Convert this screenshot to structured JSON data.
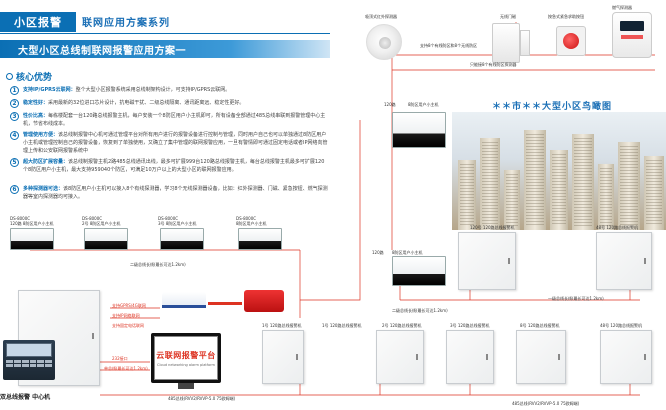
{
  "header": {
    "tag": "小区报警",
    "series": "联网应用方案系列",
    "banner": "大型小区总线制联网报警应用方案一"
  },
  "advantages": {
    "title": "核心优势",
    "items": [
      {
        "num": "1",
        "title": "支持IP/GPRS云联网：",
        "text": "整个大型小区报警系统采用总线制架构设计，可支持IP/GPRS云联网。"
      },
      {
        "num": "2",
        "title": "稳定性好：",
        "text": "采用最新的32位进口芯片设计，抗电磁干扰、二级总线隔离、通讯距离远、稳定性更好。"
      },
      {
        "num": "3",
        "title": "性价比高：",
        "text": "每栋楼配套一台120路总线报警主机，每户安装一个8防区用户小主机即可，所有设备全部通过485总线串联到报警管理中心主机，节省布线成本。"
      },
      {
        "num": "4",
        "title": "管理使用方便：",
        "text": "该总线制报警中心机可通过管理平台对所有用户进行的报警设备进行控制与管理，同时用户自己也可以单独通过8防区用户小主机或管理控制自己的报警设备，恢复到了单独使用，又确立了集中管理的联网报警应用，一旦有警情即可通过固定电话或者IP网络向管理上传和公安联网报警系统中"
      },
      {
        "num": "5",
        "title": "超大防区扩展容量：",
        "text": "该总线制报警主机2路485总线通讯出线，最多可扩展999台120路总线报警主机，每台总线报警主机最多可扩展120个8防区用户小主机，最大支持959040个防区，可满足10万户以上的大型小区的联网报警应用。"
      },
      {
        "num": "6",
        "title": "多种探测器可选：",
        "text": "该8防区用户小主机可以接入8个有线探测器，学习8个无线探测器设备，比如：红外探测器、门磁、紧急按钮、燃气探测器等室内探测器均可接入。"
      }
    ]
  },
  "devices": {
    "detector_label": "吸顶式红外探测器",
    "wireless_label": "无线门磁",
    "panic_label": "按急式紧急求助按钮",
    "gas_label": "燃气探测器",
    "wired_wireless_note": "支持8个有线防区和8个无线防区",
    "cable_note": "只能接8个有线防区探测器",
    "unit_label": "120路",
    "unit_sub": "8防区用户小主机"
  },
  "overview": {
    "title": "＊＊市＊＊大型小区鸟瞰图"
  },
  "hosts_left": [
    {
      "model": "DS-8000C",
      "label": "120路 8防区用户小主机"
    },
    {
      "model": "DS-8000C",
      "label": "2号 8防区用户小主机"
    },
    {
      "model": "DS-8000C",
      "label": "3号 8防区用户小主机"
    },
    {
      "model": "DS-8000C",
      "label": "8防区用户小主机"
    }
  ],
  "wire_notes": {
    "bus_two": "二级总线长线(最长可达1.2km)",
    "bus_two_b": "二级总线长线(最长可达1.2km)",
    "bus_one": "一级总线长线(最长可达1.2km)",
    "bus_485": "485总线(RVV2/RVVP-5.0 75欧姆端)",
    "gprs": "支持GPRS/4G联网",
    "ip": "支持IP网络联网",
    "phone": "支持固定电话联网",
    "lan": "232接口",
    "one_line": "单总线(最长可达1.2km)",
    "bus_485_b": "485总线(RVV2/RVVP-5.0 75欧姆端)"
  },
  "cabinets": [
    {
      "label": "1号 120路总线报警机"
    },
    {
      "label": "1号 120路总线报警机"
    },
    {
      "label": "120号 120路总线报警机"
    },
    {
      "label": "48号 120路总线报警机"
    },
    {
      "label": "2号 120路总线报警机"
    },
    {
      "label": "3号 120路总线报警机"
    },
    {
      "label": "8号 120路总线报警机"
    },
    {
      "label": "48号 120路总线报警机"
    }
  ],
  "platform": {
    "cn": "云联网报警平台",
    "en": "Cloud networking alarm platform"
  },
  "center": {
    "label": "双总线报警 中心机"
  }
}
